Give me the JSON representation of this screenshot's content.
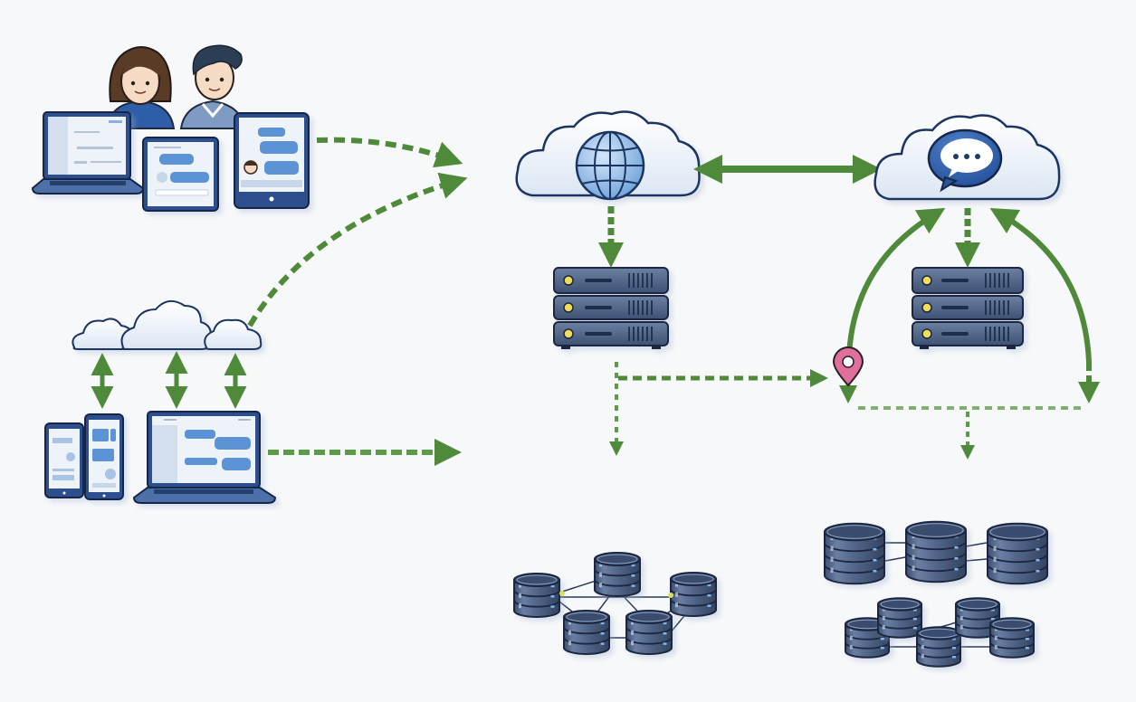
{
  "diagram": {
    "title": "",
    "colors": {
      "background": "#f7f8fa",
      "arrow_green": "#4e8a3a",
      "arrow_green_light": "#7fb06e",
      "outline_navy": "#1d3560",
      "device_blue": "#3c65a8",
      "screen_bg": "#e9eff8",
      "chat_bubble": "#5b93d4",
      "cloud_fill": "#eef3fa",
      "server_body": "#4a5d7e",
      "server_led": "#f2dd5a",
      "db_body": "#46597b",
      "pin_pink": "#e06f9c"
    },
    "nodes": [
      {
        "id": "users",
        "kind": "people",
        "label": "users"
      },
      {
        "id": "user-devices",
        "kind": "device-group",
        "devices": [
          "laptop",
          "tablet",
          "tablet"
        ]
      },
      {
        "id": "edge-clouds",
        "kind": "cloud-cluster",
        "count": 3
      },
      {
        "id": "mobile-devices",
        "kind": "device-group",
        "devices": [
          "phone",
          "phone",
          "laptop"
        ]
      },
      {
        "id": "internet-cloud",
        "kind": "cloud",
        "icon": "globe"
      },
      {
        "id": "messaging-cloud",
        "kind": "cloud",
        "icon": "chat-bubble"
      },
      {
        "id": "web-server",
        "kind": "server-rack",
        "units": 3
      },
      {
        "id": "messaging-server",
        "kind": "server-rack",
        "units": 3
      },
      {
        "id": "location-pin",
        "kind": "location-marker"
      },
      {
        "id": "db-cluster-left",
        "kind": "database-cluster",
        "count": 5
      },
      {
        "id": "db-cluster-right-top",
        "kind": "database-cluster",
        "count": 3
      },
      {
        "id": "db-cluster-right-bottom",
        "kind": "database-cluster",
        "count": 5
      }
    ],
    "edges": [
      {
        "from": "user-devices",
        "to": "internet-cloud",
        "style": "dashed",
        "direction": "forward"
      },
      {
        "from": "edge-clouds",
        "to": "internet-cloud",
        "style": "dashed",
        "direction": "forward"
      },
      {
        "from": "mobile-devices",
        "to": "center",
        "style": "dashed",
        "direction": "forward"
      },
      {
        "from": "edge-clouds",
        "to": "mobile-devices",
        "style": "solid",
        "direction": "both",
        "count": 3
      },
      {
        "from": "internet-cloud",
        "to": "messaging-cloud",
        "style": "solid",
        "direction": "both"
      },
      {
        "from": "internet-cloud",
        "to": "web-server",
        "style": "dashed",
        "direction": "forward"
      },
      {
        "from": "messaging-cloud",
        "to": "messaging-server",
        "style": "dashed",
        "direction": "forward"
      },
      {
        "from": "web-server",
        "to": "location-pin",
        "style": "dotted",
        "direction": "forward"
      },
      {
        "from": "web-server",
        "to": "db-cluster-left",
        "style": "dotted",
        "direction": "forward"
      },
      {
        "from": "location-pin",
        "to": "messaging-cloud",
        "style": "solid",
        "direction": "both"
      },
      {
        "from": "messaging-cloud",
        "to": "right-branch",
        "style": "solid",
        "direction": "both"
      },
      {
        "from": "pin-branch",
        "to": "db-cluster-right-top",
        "style": "dotted",
        "direction": "forward"
      }
    ]
  }
}
